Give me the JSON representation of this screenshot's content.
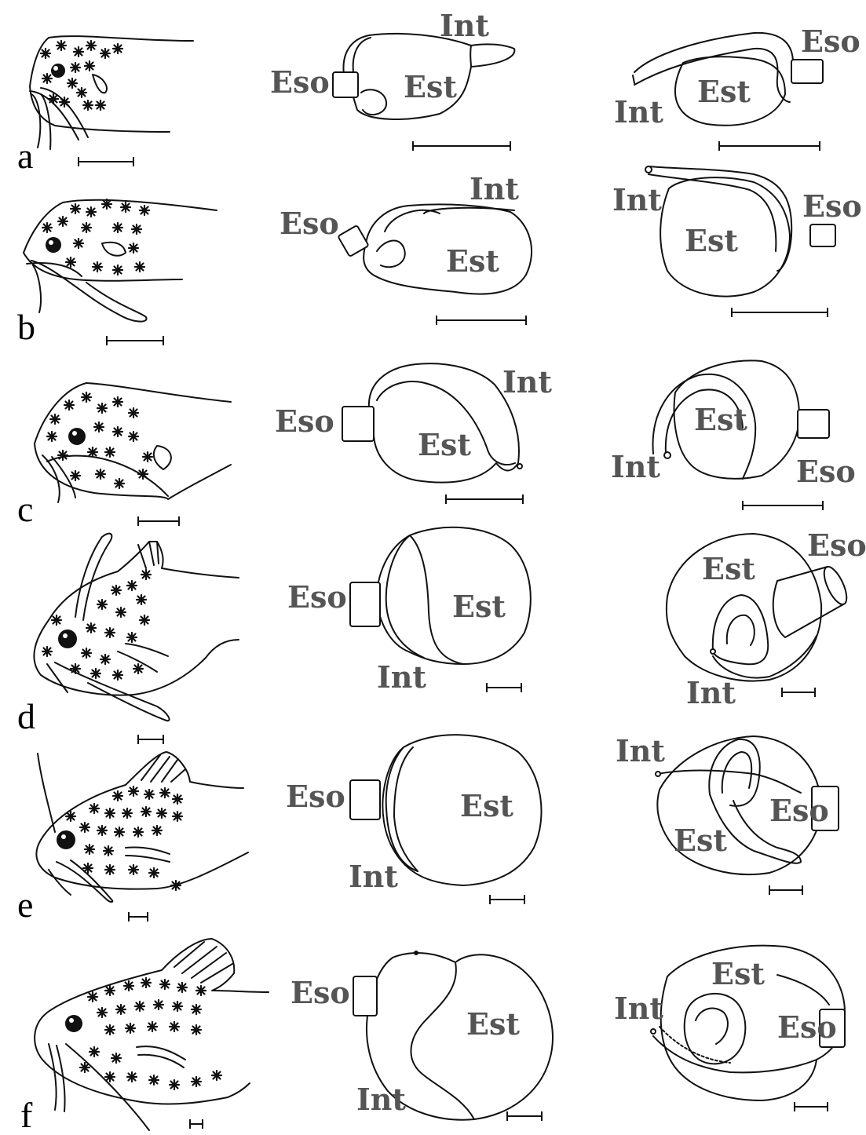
{
  "rows": [
    {
      "id": "a",
      "labels": {
        "mid": [
          "Int",
          "Eso",
          "Est"
        ],
        "right": [
          "Eso",
          "Est",
          "Int"
        ]
      }
    },
    {
      "id": "b",
      "labels": {
        "mid": [
          "Int",
          "Eso",
          "Est"
        ],
        "right": [
          "Int",
          "Eso",
          "Est"
        ]
      }
    },
    {
      "id": "c",
      "labels": {
        "mid": [
          "Int",
          "Eso",
          "Est"
        ],
        "right": [
          "Est",
          "Int",
          "Eso"
        ]
      }
    },
    {
      "id": "d",
      "labels": {
        "mid": [
          "Eso",
          "Est",
          "Int"
        ],
        "right": [
          "Eso",
          "Est",
          "Int"
        ]
      }
    },
    {
      "id": "e",
      "labels": {
        "mid": [
          "Eso",
          "Est",
          "Int"
        ],
        "right": [
          "Int",
          "Eso",
          "Est"
        ]
      }
    },
    {
      "id": "f",
      "labels": {
        "mid": [
          "Eso",
          "Est",
          "Int"
        ],
        "right": [
          "Est",
          "Int",
          "Eso"
        ]
      }
    }
  ],
  "colors": {
    "line": "#111111",
    "label": "#555555",
    "background": "#ffffff"
  }
}
